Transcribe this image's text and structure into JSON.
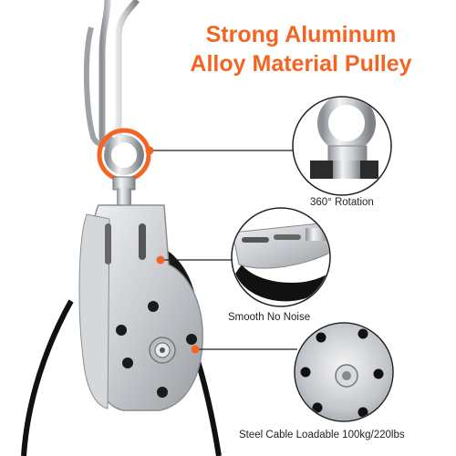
{
  "headline": {
    "line1": "Strong Aluminum",
    "line2": "Alloy Material Pulley"
  },
  "features": [
    {
      "label": "360° Rotation",
      "icon": "eye-bolt-icon"
    },
    {
      "label": "Smooth No Noise",
      "icon": "pulley-side-plate-icon"
    },
    {
      "label": "Steel Cable Loadable 100kg/220lbs",
      "icon": "pulley-wheel-icon"
    }
  ],
  "colors": {
    "accent": "#f26522",
    "steel": "#c9ccd0",
    "cable": "#111111",
    "text": "#222222",
    "background": "#ffffff"
  }
}
